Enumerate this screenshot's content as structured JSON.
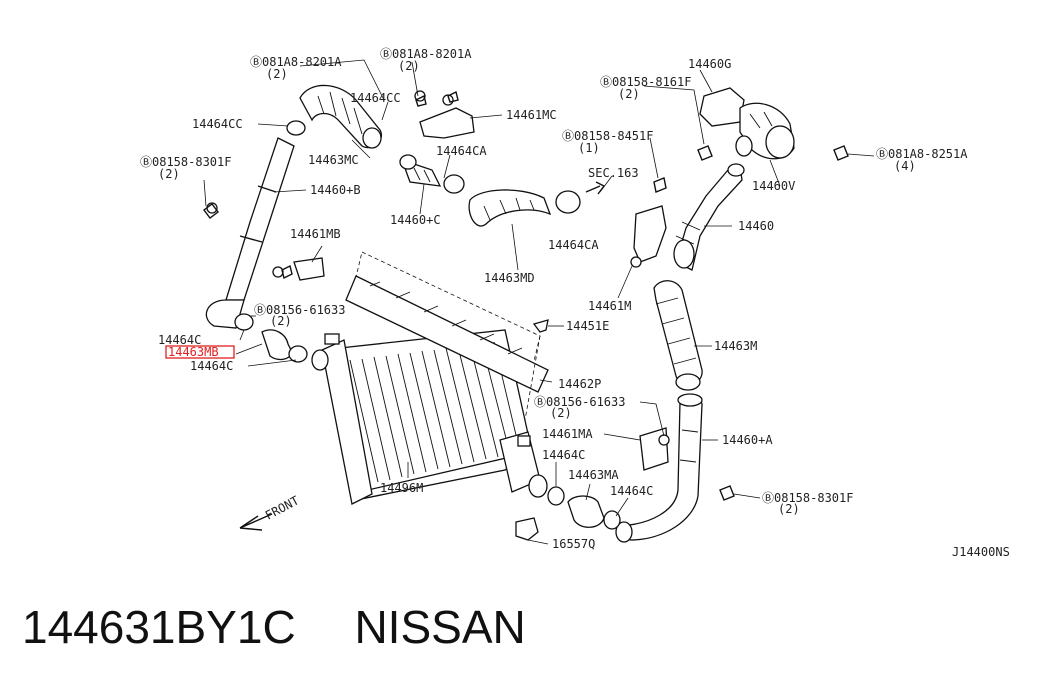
{
  "diagram": {
    "labels": {
      "b1": "Ⓑ081A8-8201A",
      "b1q": "(2)",
      "b2": "Ⓑ081A8-8201A",
      "b2q": "(2)",
      "p14464CC_a": "14464CC",
      "p14464CC_b": "14464CC",
      "p14463MC": "14463MC",
      "p14461MC": "14461MC",
      "p14464CA_a": "14464CA",
      "p14464CA_b": "14464CA",
      "b3": "Ⓑ08158-8301F",
      "b3q": "(2)",
      "p14460B": "14460+B",
      "p14460C": "14460+C",
      "p14463MD": "14463MD",
      "p14461MB": "14461MB",
      "b4": "Ⓑ08156-61633",
      "b4q": "(2)",
      "p14464C_a": "14464C",
      "p14463MB": "14463MB",
      "p14464C_b": "14464C",
      "p14460G": "14460G",
      "b5": "Ⓑ08158-8161F",
      "b5q": "(2)",
      "b6": "Ⓑ08158-8451F",
      "b6q": "(1)",
      "sec": "SEC.163",
      "p14460V": "14460V",
      "b7": "Ⓑ081A8-8251A",
      "b7q": "(4)",
      "p14460": "14460",
      "p14461M": "14461M",
      "p14451E": "14451E",
      "p14463M": "14463M",
      "p14462P": "14462P",
      "b8": "Ⓑ08156-61633",
      "b8q": "(2)",
      "p14461MA": "14461MA",
      "p14460A": "14460+A",
      "p14464C_c": "14464C",
      "p14463MA": "14463MA",
      "p14464C_d": "14464C",
      "b9": "Ⓑ08158-8301F",
      "b9q": "(2)",
      "p14496M": "14496M",
      "p16557Q": "16557Q",
      "front": "FRONT",
      "ref": "J14400NS"
    },
    "highlight_color": "#e02020"
  },
  "footer": {
    "part_number": "144631BY1C",
    "brand": "NISSAN"
  }
}
